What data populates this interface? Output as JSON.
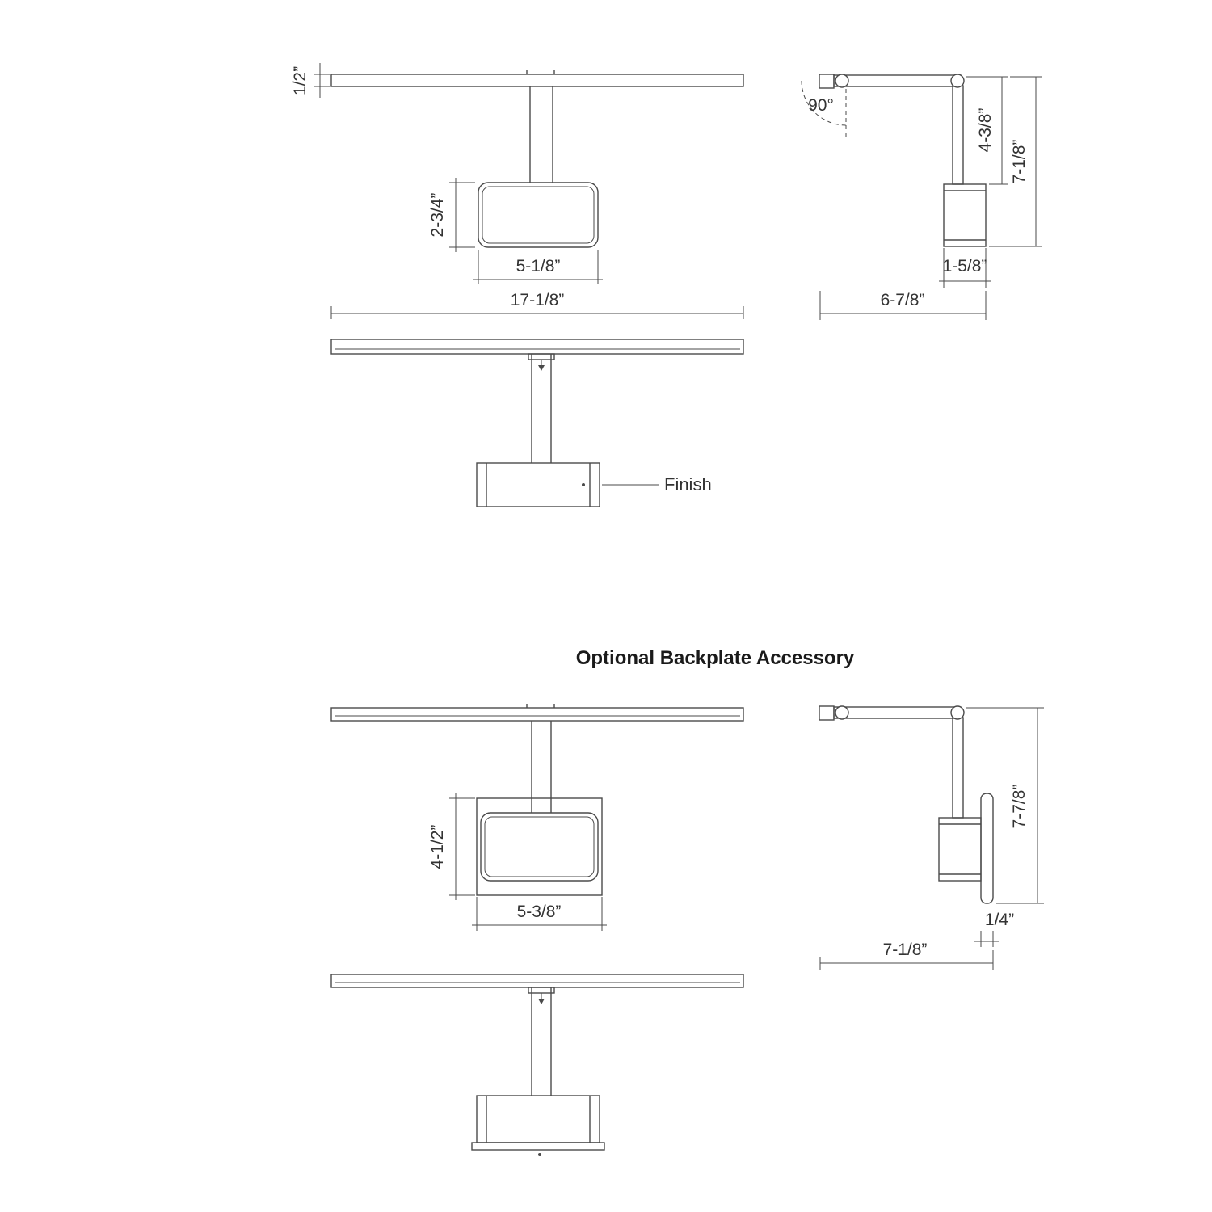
{
  "title": "Optional Backplate Accessory",
  "views": {
    "front_top": {
      "dims": {
        "bar_thickness": "1/2”",
        "canopy_height": "2-3/4”",
        "canopy_width": "5-1/8”",
        "overall_width": "17-1/8”"
      }
    },
    "front_full": {
      "finish_label": "Finish"
    },
    "side": {
      "dims": {
        "angle": "90°",
        "arm_length": "4-3/8”",
        "overall_height": "7-1/8”",
        "mount_diameter": "1-5/8”",
        "overall_depth": "6-7/8”"
      }
    },
    "accessory_front": {
      "dims": {
        "backplate_height": "4-1/2”",
        "backplate_width": "5-3/8”"
      }
    },
    "accessory_side": {
      "dims": {
        "overall_height": "7-7/8”",
        "backplate_thickness": "1/4”",
        "overall_depth": "7-1/8”"
      }
    }
  }
}
